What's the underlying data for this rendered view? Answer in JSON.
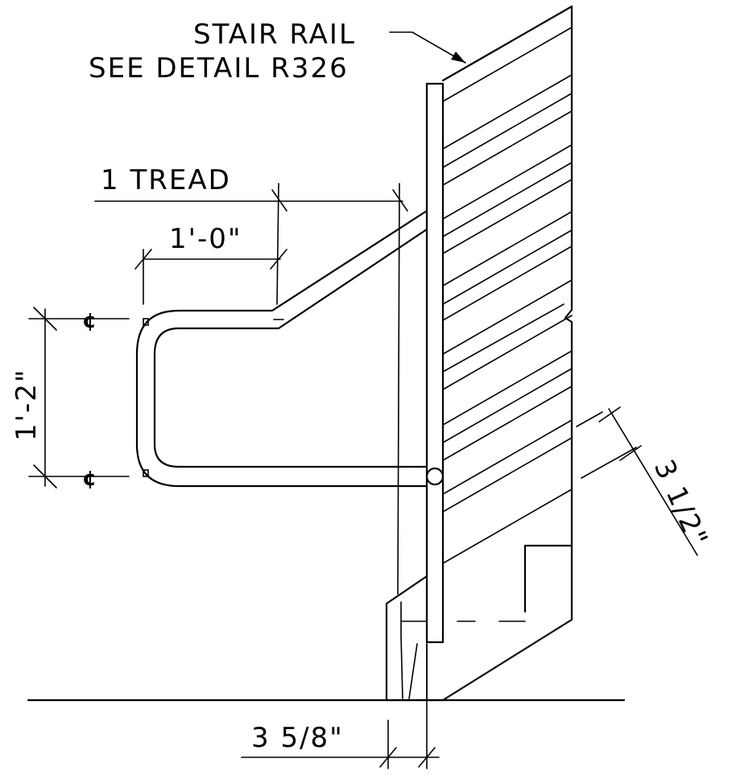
{
  "labels": {
    "stair_rail_line1": "STAIR RAIL",
    "stair_rail_line2": "SEE DETAIL R326",
    "tread": "1 TREAD",
    "one_foot": "1'-0\"",
    "rail_height": "1'-2\"",
    "centerline_symbol": "¢",
    "dim_3_1_2": "3 1/2\"",
    "dim_3_5_8": "3 5/8\""
  }
}
